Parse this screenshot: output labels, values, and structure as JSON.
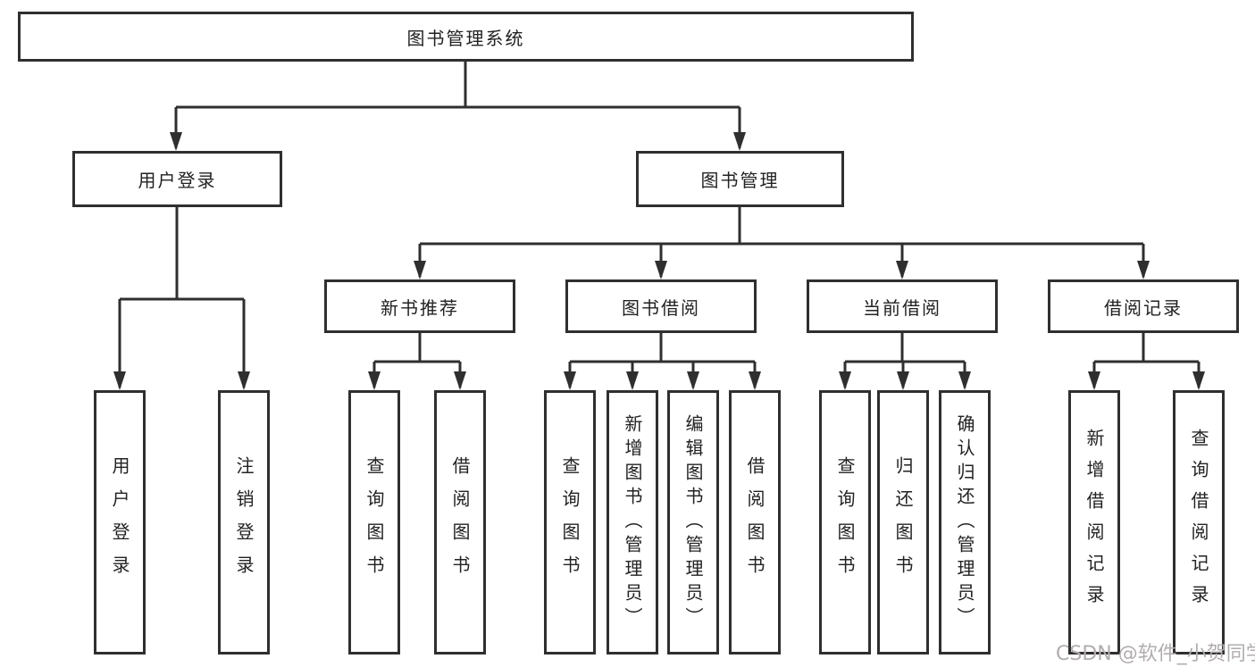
{
  "title": "图书管理系统",
  "watermark": "CSDN @软件_小贺同学",
  "colors": {
    "line": "#2f2f2f",
    "box_border": "#2f2f2f",
    "box_fill": "#ffffff",
    "text": "#222222",
    "watermark": "#b2adad"
  },
  "nodes": {
    "system": {
      "label": "图书管理系统"
    },
    "user_login": {
      "label": "用户登录"
    },
    "book_manage": {
      "label": "图书管理"
    },
    "new_book": {
      "label": "新书推荐"
    },
    "book_borrow": {
      "label": "图书借阅"
    },
    "current_borrow": {
      "label": "当前借阅"
    },
    "borrow_record": {
      "label": "借阅记录"
    },
    "login": {
      "label": "用户登录"
    },
    "logout": {
      "label": "注销登录"
    },
    "nb_query": {
      "label": "查询图书"
    },
    "nb_borrow": {
      "label": "借阅图书"
    },
    "bb_query": {
      "label": "查询图书"
    },
    "bb_add": {
      "label": "新增图书（管理员）"
    },
    "bb_edit": {
      "label": "编辑图书（管理员）"
    },
    "bb_borrow": {
      "label": "借阅图书"
    },
    "cb_query": {
      "label": "查询图书"
    },
    "cb_return": {
      "label": "归还图书"
    },
    "cb_confirm": {
      "label": "确认归还（管理员）"
    },
    "br_add": {
      "label": "新增借阅记录"
    },
    "br_query": {
      "label": "查询借阅记录"
    }
  },
  "edges": [
    {
      "from": "system",
      "to": [
        "user_login",
        "book_manage"
      ]
    },
    {
      "from": "user_login",
      "to": [
        "login",
        "logout"
      ]
    },
    {
      "from": "book_manage",
      "to": [
        "new_book",
        "book_borrow",
        "current_borrow",
        "borrow_record"
      ]
    },
    {
      "from": "new_book",
      "to": [
        "nb_query",
        "nb_borrow"
      ]
    },
    {
      "from": "book_borrow",
      "to": [
        "bb_query",
        "bb_add",
        "bb_edit",
        "bb_borrow"
      ]
    },
    {
      "from": "current_borrow",
      "to": [
        "cb_query",
        "cb_return",
        "cb_confirm"
      ]
    },
    {
      "from": "borrow_record",
      "to": [
        "br_add",
        "br_query"
      ]
    }
  ]
}
